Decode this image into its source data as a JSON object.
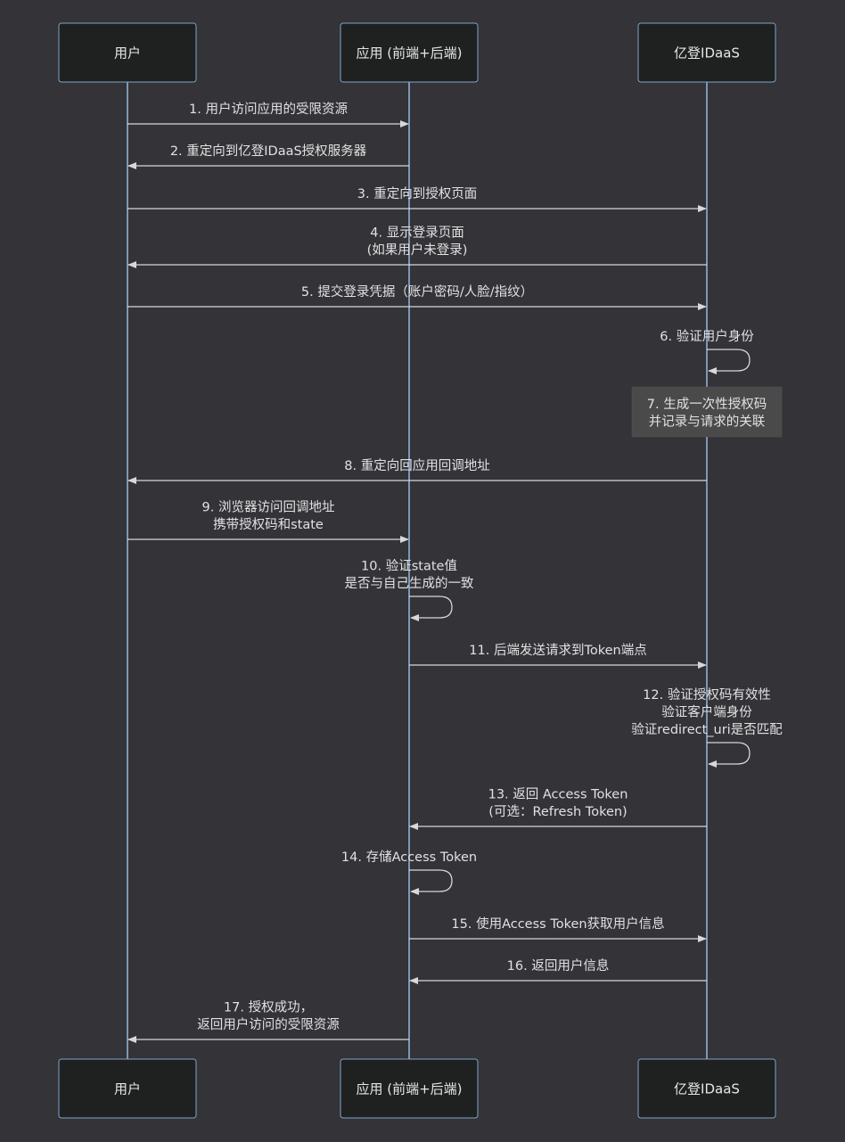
{
  "actors": [
    {
      "id": "user",
      "label": "用户"
    },
    {
      "id": "app",
      "label": "应用 (前端+后端)"
    },
    {
      "id": "idaas",
      "label": "亿登IDaaS"
    }
  ],
  "messages": [
    {
      "from": "user",
      "to": "app",
      "lines": [
        "1. 用户访问应用的受限资源"
      ]
    },
    {
      "from": "app",
      "to": "user",
      "lines": [
        "2. 重定向到亿登IDaaS授权服务器"
      ]
    },
    {
      "from": "user",
      "to": "idaas",
      "lines": [
        "3. 重定向到授权页面"
      ]
    },
    {
      "from": "idaas",
      "to": "user",
      "lines": [
        "4. 显示登录页面",
        "(如果用户未登录)"
      ]
    },
    {
      "from": "user",
      "to": "idaas",
      "lines": [
        "5. 提交登录凭据（账户密码/人脸/指纹）"
      ]
    },
    {
      "from": "idaas",
      "to": "idaas",
      "lines": [
        "6. 验证用户身份"
      ]
    },
    {
      "note": "idaas",
      "lines": [
        "7. 生成一次性授权码",
        "并记录与请求的关联"
      ]
    },
    {
      "from": "idaas",
      "to": "user",
      "lines": [
        "8. 重定向回应用回调地址"
      ]
    },
    {
      "from": "user",
      "to": "app",
      "lines": [
        "9. 浏览器访问回调地址",
        "携带授权码和state"
      ]
    },
    {
      "from": "app",
      "to": "app",
      "lines": [
        "10. 验证state值",
        "是否与自己生成的一致"
      ]
    },
    {
      "from": "app",
      "to": "idaas",
      "lines": [
        "11. 后端发送请求到Token端点"
      ]
    },
    {
      "from": "idaas",
      "to": "idaas",
      "lines": [
        "12. 验证授权码有效性",
        "验证客户端身份",
        "验证redirect_uri是否匹配"
      ]
    },
    {
      "from": "idaas",
      "to": "app",
      "lines": [
        "13. 返回 Access Token",
        "(可选：Refresh Token)"
      ]
    },
    {
      "from": "app",
      "to": "app",
      "lines": [
        "14. 存储Access Token"
      ]
    },
    {
      "from": "app",
      "to": "idaas",
      "lines": [
        "15. 使用Access Token获取用户信息"
      ]
    },
    {
      "from": "idaas",
      "to": "app",
      "lines": [
        "16. 返回用户信息"
      ]
    },
    {
      "from": "app",
      "to": "user",
      "lines": [
        "17. 授权成功，",
        "返回用户访问的受限资源"
      ]
    }
  ]
}
